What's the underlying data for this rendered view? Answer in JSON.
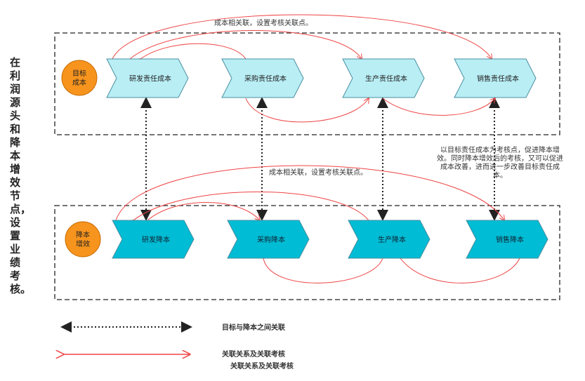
{
  "side_title": "在利润源头和降本增效节点，设置业绩考核。",
  "top_row": {
    "circle": "目标\n成本",
    "circle_lines": [
      "目标",
      "成本"
    ],
    "items": [
      "研发责任成本",
      "采购责任成本",
      "生产责任成本",
      "销售责任成本"
    ]
  },
  "bottom_row": {
    "circle_lines": [
      "降本",
      "增效"
    ],
    "items": [
      "研发降本",
      "采购降本",
      "生产降本",
      "销售降本"
    ]
  },
  "annotations": {
    "top": "成本相关联，设置考核关联点。",
    "middle": "成本相关联，设置考核关联点。",
    "right_lines": [
      "以目标责任成本为考核点，促进降本增",
      "效。同时降本增效后的考核，又可以促进",
      "成本改善，进而进一步改善目标责任成",
      "本。"
    ]
  },
  "legend": {
    "dotted": "目标与降本之间关联",
    "red": "关联关系及关联考核",
    "red_repeat": "关联关系及关联考核"
  },
  "colors": {
    "circle": "#f7941d",
    "top_chevron": "#b9eef5",
    "bottom_chevron": "#00bcd4",
    "red": "#ee4444"
  }
}
